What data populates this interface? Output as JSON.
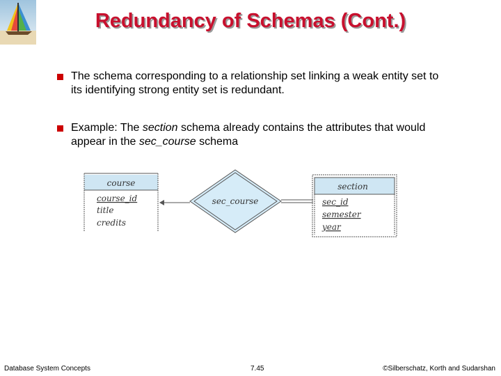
{
  "slide": {
    "title": "Redundancy of Schemas (Cont.)",
    "bullets": [
      {
        "parts": [
          "The schema corresponding to a relationship set linking a weak entity set to its identifying strong entity set is redundant."
        ]
      },
      {
        "lead": "Example: The ",
        "em1": "section",
        "mid": " schema already contains the attributes that would appear in the ",
        "em2": "sec_course",
        "tail": " schema"
      }
    ]
  },
  "diagram": {
    "entity_course": {
      "name": "course",
      "attributes": [
        "course_id",
        "title",
        "credits"
      ],
      "primary_key": "course_id"
    },
    "relationship": {
      "name": "sec_course"
    },
    "entity_section": {
      "name": "section",
      "attributes": [
        "sec_id",
        "semester",
        "year"
      ],
      "discriminator": [
        "sec_id",
        "semester",
        "year"
      ]
    },
    "colors": {
      "header_fill": "#cfe6f3",
      "diamond_fill": "#d6ecf8",
      "stroke": "#555555"
    }
  },
  "footer": {
    "left": "Database System Concepts",
    "center": "7.45",
    "right": "©Silberschatz, Korth and Sudarshan"
  },
  "colors": {
    "title": "#c8102e",
    "bullet": "#cc0000"
  },
  "icons": {
    "logo": "sailboat-logo-icon"
  }
}
